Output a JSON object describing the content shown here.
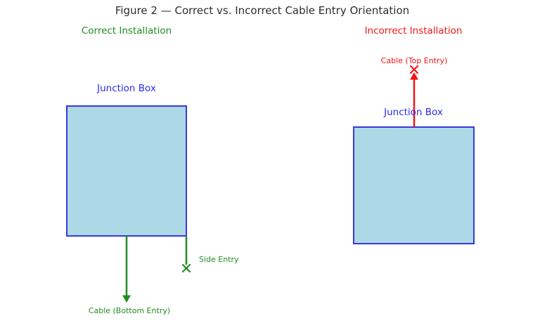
{
  "title": "Figure 2 — Correct vs. Incorrect Cable Entry Orientation",
  "colors": {
    "green": "#228B22",
    "red": "#f01515",
    "blue": "#2b2bf0",
    "box_border": "#3838dd",
    "box_fill": "#add8e6",
    "title_color": "#2e2e2e",
    "bg": "#ffffff"
  },
  "left": {
    "heading": "Correct Installation",
    "box_label": "Junction Box",
    "cable_label": "Cable (Bottom Entry)",
    "side_label": "Side Entry"
  },
  "right": {
    "heading": "Incorrect Installation",
    "box_label": "Junction Box",
    "cable_label": "Cable (Top Entry)"
  }
}
